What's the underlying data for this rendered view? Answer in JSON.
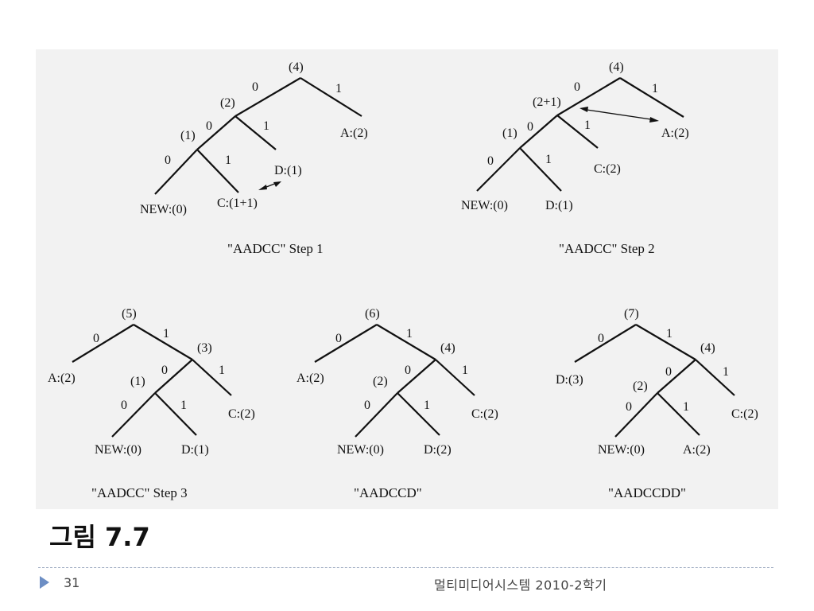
{
  "figure_title": "그림 7.7",
  "footer": {
    "page": "31",
    "text": "멀티미디어시스템   2010-2학기"
  },
  "diagrams": {
    "step1": {
      "caption": "\"AADCC\" Step 1",
      "nodes": {
        "root": "(4)",
        "n2": "(2)",
        "n1": "(1)"
      },
      "leaves": {
        "new": "NEW:(0)",
        "c": "C:(1+1)",
        "d": "D:(1)",
        "a": "A:(2)"
      },
      "edges": [
        "0",
        "1",
        "0",
        "1",
        "0",
        "1"
      ]
    },
    "step2": {
      "caption": "\"AADCC\" Step 2",
      "nodes": {
        "root": "(4)",
        "n2": "(2+1)",
        "n1": "(1)"
      },
      "leaves": {
        "new": "NEW:(0)",
        "d": "D:(1)",
        "c": "C:(2)",
        "a": "A:(2)"
      },
      "edges": [
        "0",
        "1",
        "0",
        "1",
        "0",
        "1"
      ]
    },
    "step3": {
      "caption": "\"AADCC\" Step 3",
      "nodes": {
        "root": "(5)",
        "n3": "(3)",
        "n1": "(1)"
      },
      "leaves": {
        "a": "A:(2)",
        "new": "NEW:(0)",
        "d": "D:(1)",
        "c": "C:(2)"
      },
      "edges": [
        "0",
        "1",
        "0",
        "1",
        "0",
        "1"
      ]
    },
    "step4": {
      "caption": "\"AADCCD\"",
      "nodes": {
        "root": "(6)",
        "n4": "(4)",
        "n2": "(2)"
      },
      "leaves": {
        "a": "A:(2)",
        "new": "NEW:(0)",
        "d": "D:(2)",
        "c": "C:(2)"
      },
      "edges": [
        "0",
        "1",
        "0",
        "1",
        "0",
        "1"
      ]
    },
    "step5": {
      "caption": "\"AADCCDD\"",
      "nodes": {
        "root": "(7)",
        "n4": "(4)",
        "n2": "(2)"
      },
      "leaves": {
        "d": "D:(3)",
        "new": "NEW:(0)",
        "a": "A:(2)",
        "c": "C:(2)"
      },
      "edges": [
        "0",
        "1",
        "0",
        "1",
        "0",
        "1"
      ]
    }
  }
}
